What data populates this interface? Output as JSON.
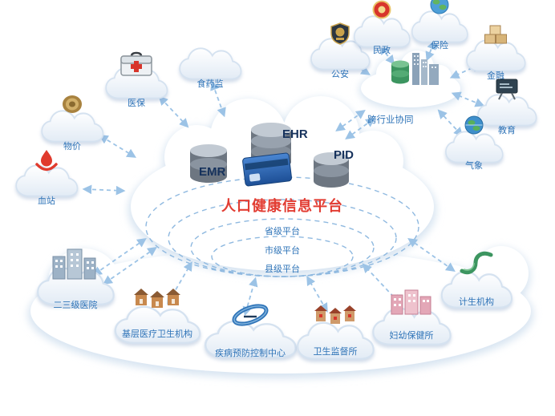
{
  "title": "人口健康信息平台",
  "platform": {
    "levels": [
      "省级平台",
      "市级平台",
      "县级平台"
    ],
    "emr": "EMR",
    "ehr": "EHR",
    "pid": "PID"
  },
  "hub": {
    "label": "跨行业协同",
    "icon": "city-buildings-database-icon"
  },
  "nodes": {
    "yibao": {
      "label": "医保",
      "icon": "first-aid-kit-icon"
    },
    "shiyaojian": {
      "label": "食药监",
      "icon": "cloud-icon"
    },
    "wujia": {
      "label": "物价",
      "icon": "bronze-emblem-icon"
    },
    "xuezhan": {
      "label": "血站",
      "icon": "blood-drop-hands-icon"
    },
    "gongan": {
      "label": "公安",
      "icon": "police-badge-icon"
    },
    "minzheng": {
      "label": "民政",
      "icon": "red-gold-emblem-icon"
    },
    "baoxian": {
      "label": "保险",
      "icon": "globe-icon"
    },
    "jinrong": {
      "label": "金融",
      "icon": "gold-boxes-icon"
    },
    "jiaoyu": {
      "label": "教育",
      "icon": "blackboard-icon"
    },
    "qixiang": {
      "label": "气象",
      "icon": "globe-icon"
    },
    "hospital": {
      "label": "二三级医院",
      "icon": "hospital-buildings-icon"
    },
    "jiceng": {
      "label": "基层医疗卫生机构",
      "icon": "village-houses-icon"
    },
    "cdc": {
      "label": "疾病预防控制中心",
      "icon": "cdc-swirl-logo-icon"
    },
    "weijian": {
      "label": "卫生监督所",
      "icon": "houses-cluster-icon"
    },
    "fuyou": {
      "label": "妇幼保健所",
      "icon": "pink-buildings-icon"
    },
    "jisheng": {
      "label": "计生机构",
      "icon": "green-ribbon-icon"
    }
  },
  "colors": {
    "label_blue": "#2f74b8",
    "title_red": "#e23d33",
    "arrow_blue": "#9cc3e6",
    "cloud_shade": "#d7e4f1"
  }
}
